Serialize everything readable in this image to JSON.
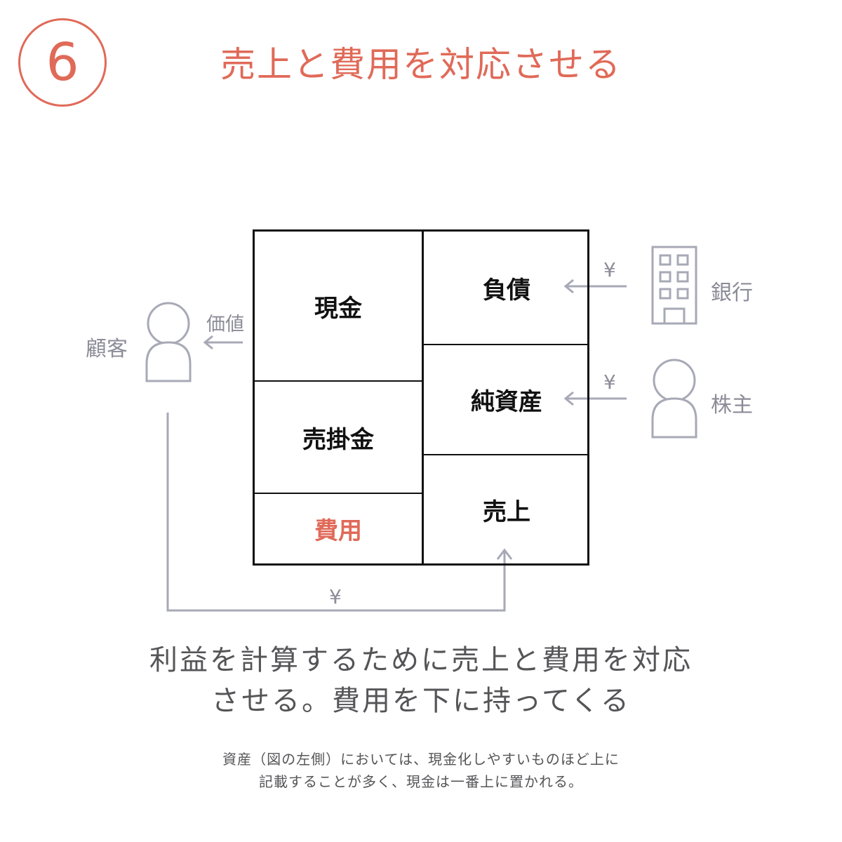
{
  "header": {
    "step_number": "6",
    "title": "売上と費用を対応させる"
  },
  "balance_sheet": {
    "left": [
      {
        "label": "現金",
        "expense": false
      },
      {
        "label": "売掛金",
        "expense": false
      },
      {
        "label": "費用",
        "expense": true
      }
    ],
    "right": [
      {
        "label": "負債"
      },
      {
        "label": "純資産"
      },
      {
        "label": "売上"
      }
    ]
  },
  "actors": {
    "customer": "顧客",
    "bank": "銀行",
    "shareholder": "株主"
  },
  "arrows": {
    "value_label": "価値",
    "yen_symbol": "¥"
  },
  "caption": {
    "line1": "利益を計算するために売上と費用を対応",
    "line2": "させる。費用を下に持ってくる"
  },
  "note": {
    "line1": "資産（図の左側）においては、現金化しやすいものほど上に",
    "line2": "記載することが多く、現金は一番上に置かれる。"
  },
  "colors": {
    "accent": "#e06a58",
    "icon_gray": "#8c8c98",
    "text_dark": "#111111"
  }
}
